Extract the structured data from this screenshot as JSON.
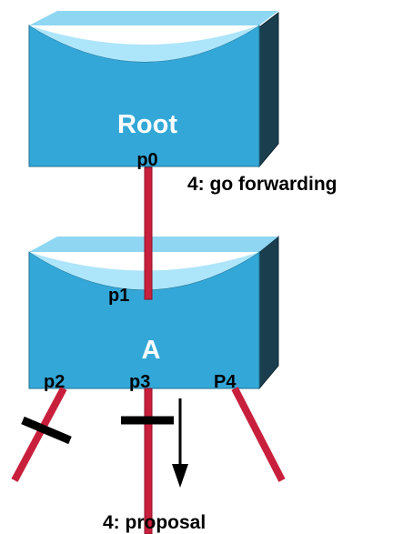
{
  "switches": {
    "root": {
      "name": "Root",
      "port": "p0"
    },
    "a": {
      "name": "A",
      "ports": {
        "p1": "p1",
        "p2": "p2",
        "p3": "p3",
        "p4": "P4"
      }
    }
  },
  "annotations": {
    "forwarding": "4: go forwarding",
    "proposal": "4: proposal"
  },
  "colors": {
    "switch_front": "#33a8d8",
    "switch_top": "#8fd6f2",
    "switch_top_highlight": "#ade5fa",
    "switch_side": "#1b3e4f",
    "link": "#c8203c",
    "link_stroke": "#8c1026",
    "block_mark": "#000000",
    "switch_text": "#ffffff",
    "label_text": "#000000"
  }
}
